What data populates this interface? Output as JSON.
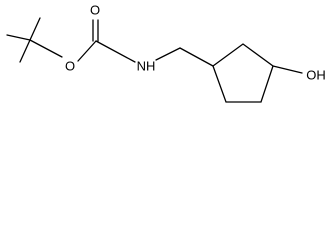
{
  "structure": {
    "atom_labels": {
      "ester_oxygen": "O",
      "carbonyl_oxygen": "O",
      "amine": "NH",
      "hydroxyl": "OH"
    },
    "bond_color": "#000000",
    "background": "#ffffff"
  }
}
